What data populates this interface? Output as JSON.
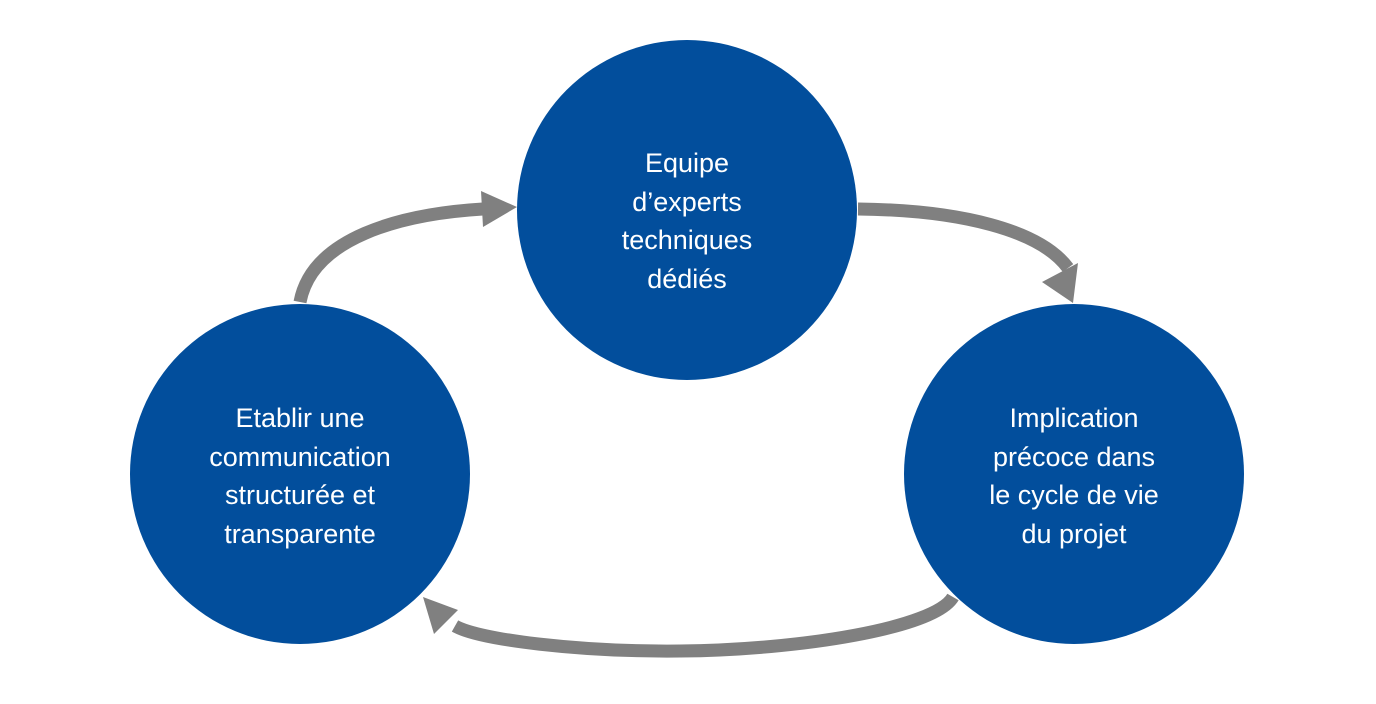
{
  "colors": {
    "node_fill": "#024E9C",
    "arrow": "#808080",
    "text": "#FFFFFF",
    "background": "#FFFFFF"
  },
  "nodes": {
    "top": {
      "label": "Equipe\nd’experts\ntechniques\ndédiés"
    },
    "right": {
      "label": "Implication\nprécoce dans\nle cycle de vie\ndu projet"
    },
    "left": {
      "label": "Etablir une\ncommunication\nstructurée et\ntransparente"
    }
  },
  "flow": [
    "top",
    "right",
    "left"
  ]
}
